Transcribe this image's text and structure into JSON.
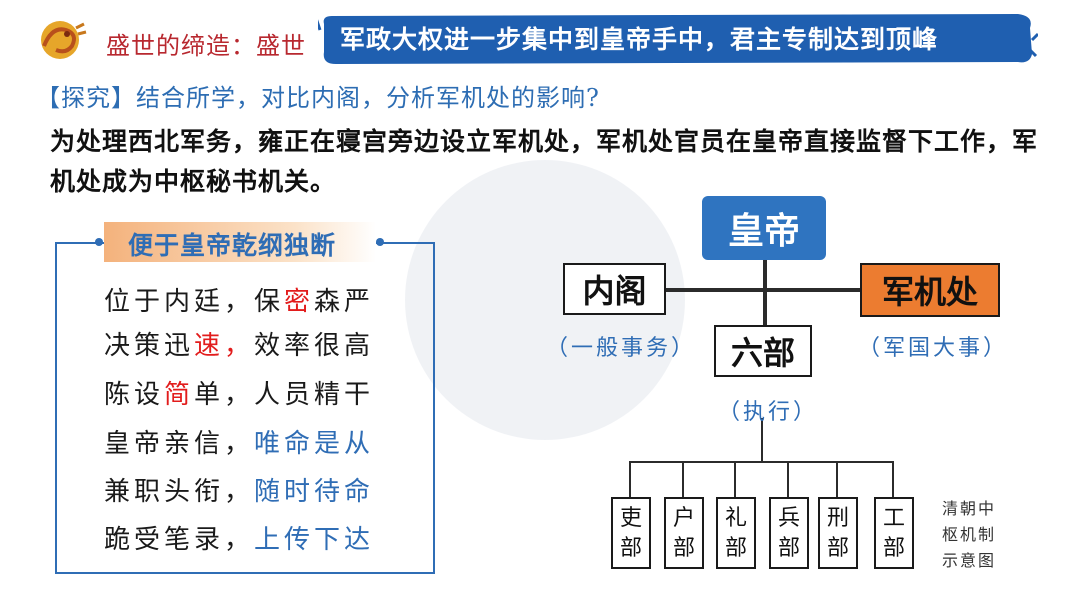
{
  "header": {
    "title": "盛世的缔造：盛世",
    "banner": "军政大权进一步集中到皇帝手中，君主专制达到顶峰"
  },
  "question": "【探究】结合所学，对比内阁，分析军机处的影响?",
  "statement": "为处理西北军务，雍正在寝宫旁边设立军机处，军机处官员在皇帝直接监督下工作，军机处成为中枢秘书机关。",
  "feature_box": {
    "title": "便于皇帝乾纲独断",
    "lines": [
      {
        "pre": "位于内廷，保",
        "hl": "密",
        "post": "森严",
        "hl_color": "red"
      },
      {
        "pre": "决策迅",
        "hl": "速，",
        "post": "效率很高",
        "hl_color": "red"
      },
      {
        "pre": "陈设",
        "hl": "简",
        "post": "单，人员精干",
        "hl_color": "red"
      },
      {
        "pre": "皇帝亲信，",
        "hl": "唯命是从",
        "post": "",
        "hl_color": "blue"
      },
      {
        "pre": "兼职头衔，",
        "hl": "随时待命",
        "post": "",
        "hl_color": "blue"
      },
      {
        "pre": "跪受笔录，",
        "hl": "上传下达",
        "post": "",
        "hl_color": "blue"
      }
    ]
  },
  "diagram": {
    "emperor": "皇帝",
    "neige": "内阁",
    "neige_sub": "（一般事务）",
    "junjichu": "军机处",
    "junjichu_sub": "（军国大事）",
    "liubu": "六部",
    "liubu_sub": "（执行）",
    "ministries": [
      {
        "a": "吏",
        "b": "部"
      },
      {
        "a": "户",
        "b": "部"
      },
      {
        "a": "礼",
        "b": "部"
      },
      {
        "a": "兵",
        "b": "部"
      },
      {
        "a": "刑",
        "b": "部"
      },
      {
        "a": "工",
        "b": "部"
      }
    ],
    "caption": "清朝中枢机制示意图"
  },
  "colors": {
    "header_red": "#b8282f",
    "banner_blue": "#1f5fb0",
    "accent_blue": "#2f6db5",
    "highlight_red": "#e21c1c",
    "junjichu_orange": "#ec7c30"
  }
}
